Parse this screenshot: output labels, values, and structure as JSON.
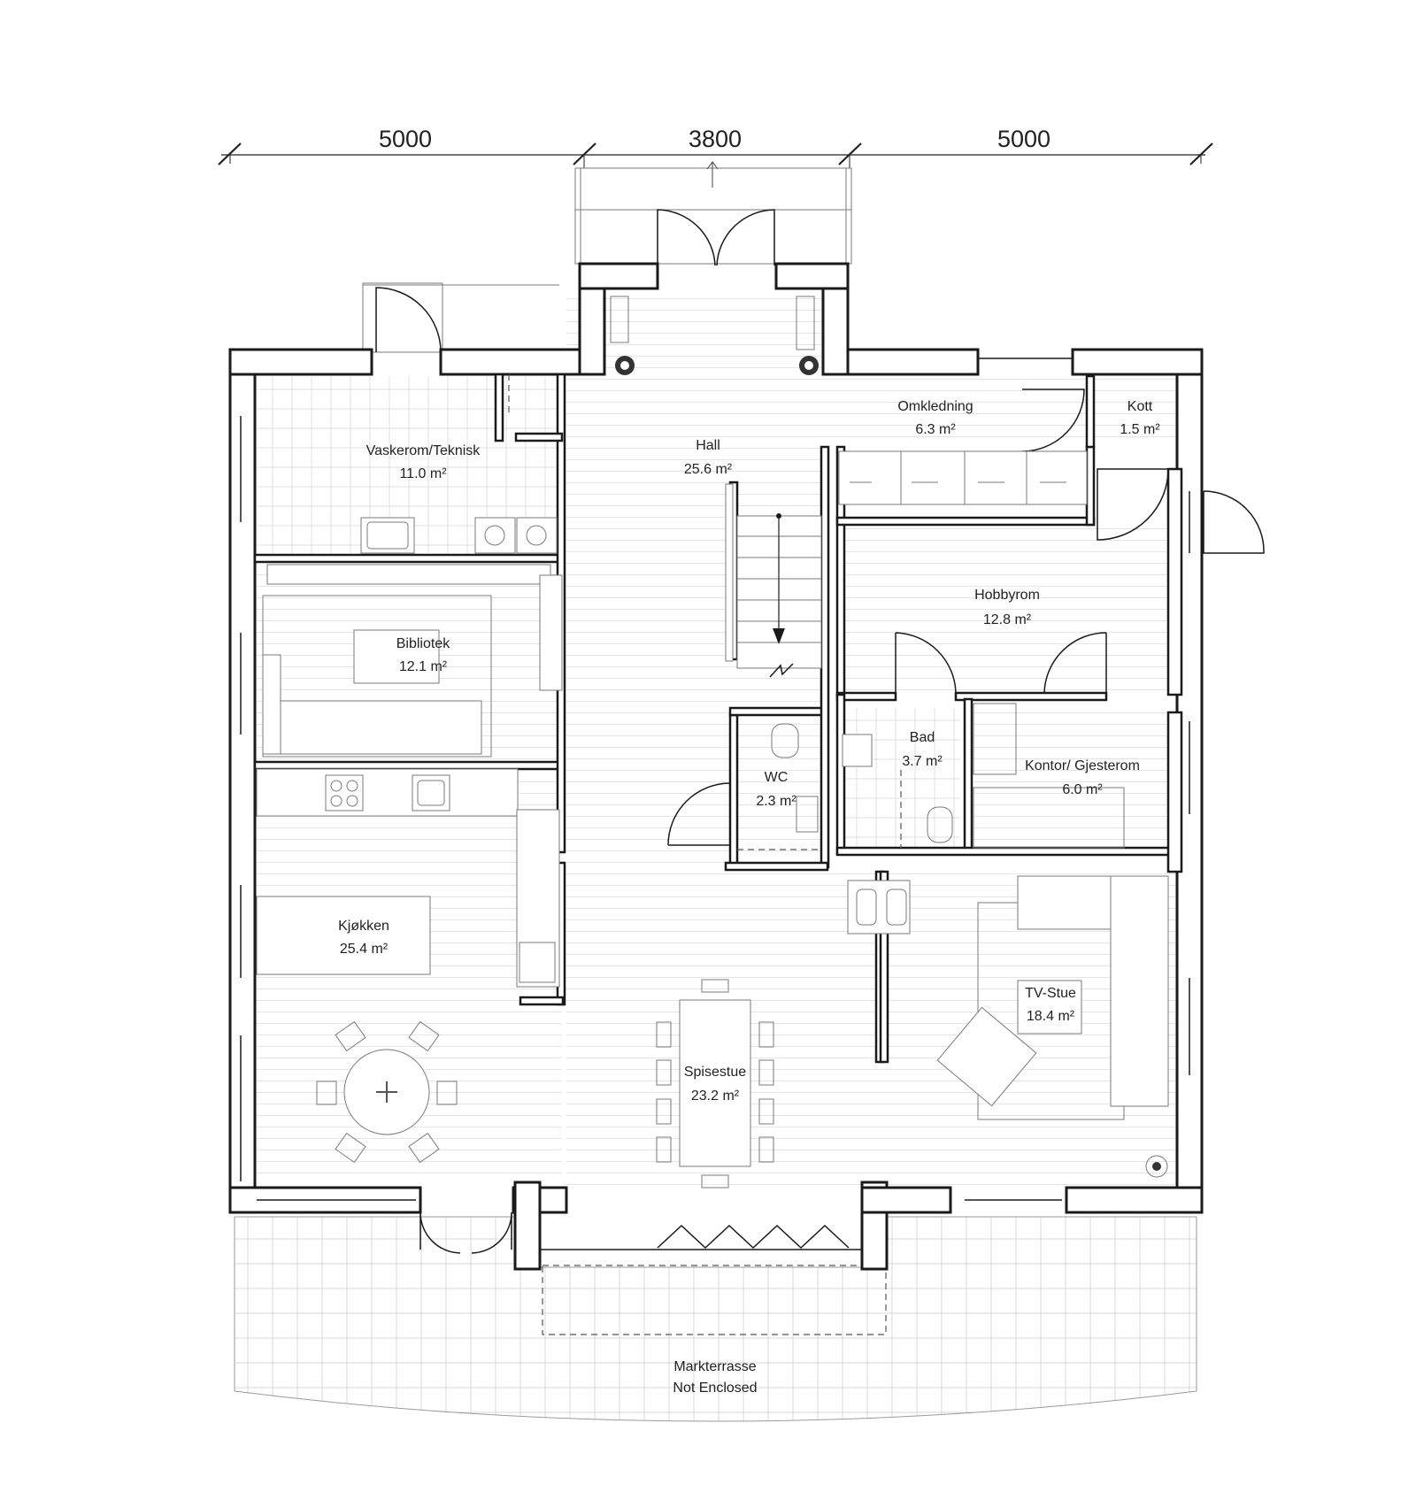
{
  "dimensions": [
    "5000",
    "3800",
    "5000"
  ],
  "rooms": {
    "vaskerom": {
      "name": "Vaskerom/Teknisk",
      "area": "11.0 m²"
    },
    "bibliotek": {
      "name": "Bibliotek",
      "area": "12.1 m²"
    },
    "kjokken": {
      "name": "Kjøkken",
      "area": "25.4 m²"
    },
    "hall": {
      "name": "Hall",
      "area": "25.6 m²"
    },
    "omkledning": {
      "name": "Omkledning",
      "area": "6.3 m²"
    },
    "kott": {
      "name": "Kott",
      "area": "1.5 m²"
    },
    "hobbyrom": {
      "name": "Hobbyrom",
      "area": "12.8 m²"
    },
    "wc": {
      "name": "WC",
      "area": "2.3 m²"
    },
    "bad": {
      "name": "Bad",
      "area": "3.7 m²"
    },
    "kontor": {
      "name": "Kontor/ Gjesterom",
      "area": "6.0 m²"
    },
    "tvstue": {
      "name": "TV-Stue",
      "area": "18.4 m²"
    },
    "spisestue": {
      "name": "Spisestue",
      "area": "23.2 m²"
    }
  },
  "terrace": {
    "name": "Markterrasse",
    "note": "Not Enclosed"
  }
}
